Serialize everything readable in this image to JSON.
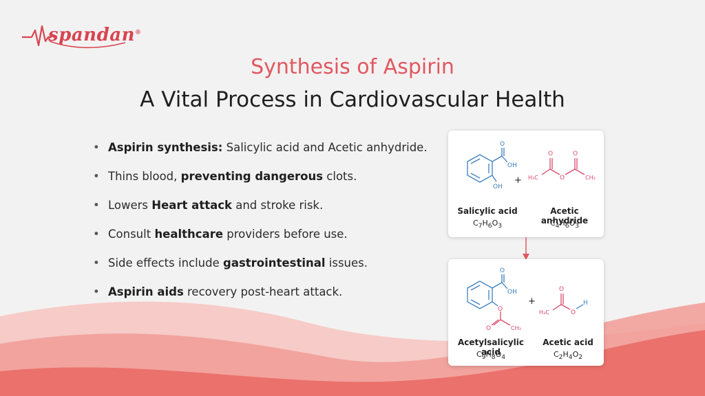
{
  "brand": {
    "name": "spandan",
    "registered_mark": "®",
    "color": "#d64550"
  },
  "title": {
    "main": "Synthesis of Aspirin",
    "sub": "A Vital Process in Cardiovascular Health"
  },
  "bullets": [
    {
      "bold": "Aspirin synthesis:",
      "text": " Salicylic acid and Acetic anhydride."
    },
    {
      "pre": "Thins blood, ",
      "bold": "preventing dangerous",
      "text": " clots."
    },
    {
      "pre": "Lowers ",
      "bold": "Heart attack",
      "text": " and stroke risk."
    },
    {
      "pre": "Consult ",
      "bold": "healthcare",
      "text": " providers before use."
    },
    {
      "pre": "Side effects include ",
      "bold": "gastrointestinal",
      "text": " issues."
    },
    {
      "bold": "Aspirin aids",
      "text": " recovery post-heart attack."
    }
  ],
  "reaction": {
    "reactants": {
      "salicylic_acid": {
        "name": "Salicylic acid",
        "formula": [
          "C",
          "7",
          "H",
          "6",
          "O",
          "3"
        ]
      },
      "acetic_anhydride": {
        "name": "Acetic anhydride",
        "formula": [
          "C",
          "4",
          "H",
          "6",
          "O",
          "3"
        ]
      },
      "plus": "+"
    },
    "products": {
      "acetylsalicylic_acid": {
        "name": "Acetylsalicylic acid",
        "formula": [
          "C",
          "9",
          "H",
          "8",
          "O",
          "4"
        ]
      },
      "acetic_acid": {
        "name": "Acetic acid",
        "formula": [
          "C",
          "2",
          "H",
          "4",
          "O",
          "2"
        ]
      },
      "plus": "+"
    },
    "atoms": {
      "O": "O",
      "OH": "OH",
      "H3C": "H₃C",
      "CH3": "CH₃",
      "H": "H"
    },
    "colors": {
      "blue": "#3b7fc1",
      "red": "#d9486a",
      "accent": "#e05860"
    }
  }
}
